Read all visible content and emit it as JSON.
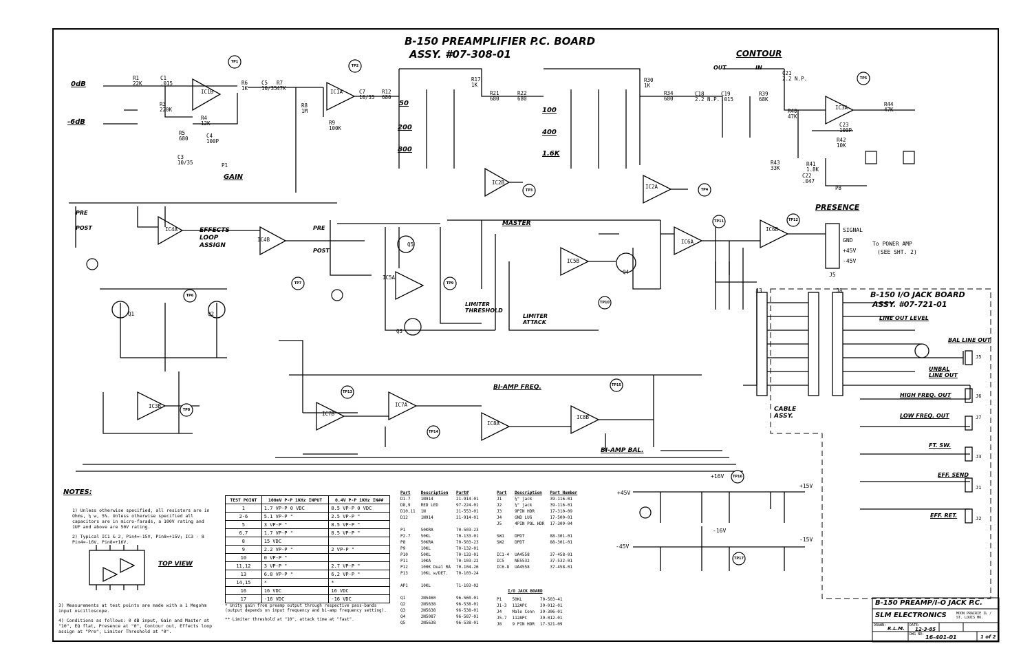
{
  "title": {
    "line1": "B-150 PREAMPLIFIER P.C. BOARD",
    "line2": "ASSY. #07-308-01"
  },
  "labels": {
    "contour": "CONTOUR",
    "contour_out": "OUT",
    "contour_in": "IN",
    "gain": "GAIN",
    "presence": "PRESENCE",
    "master": "MASTER",
    "limiter_threshold": "LIMITER THRESHOLD",
    "limiter_attack": "LIMITER ATTACK",
    "effects_loop": "EFFECTS LOOP ASSIGN",
    "pre": "PRE",
    "post": "POST",
    "biamp_freq": "BI-AMP FREQ.",
    "biamp_bal": "BI-AMP BAL.",
    "cable_assy": "CABLE ASSY.",
    "input_0db": "0dB",
    "input_6db": "-6dB",
    "eq": [
      "50",
      "200",
      "800",
      "100",
      "400",
      "1.6K"
    ],
    "power": [
      "SIGNAL",
      "GND",
      "+45V",
      "-45V"
    ],
    "to_power_amp": "To POWER AMP",
    "see_sht2": "(SEE SHT. 2)",
    "jack_board_title": "B-150 I/O JACK BOARD",
    "jack_board_assy": "ASSY. #07-721-01",
    "line_out_level": "LINE OUT LEVEL",
    "bal_line_out": "BAL LINE OUT",
    "unbal_line_out": "UNBAL LINE OUT",
    "high_freq_out": "HIGH FREQ. OUT",
    "low_freq_out": "LOW FREQ. OUT",
    "ft_sw": "FT. SW.",
    "eff_send": "EFF. SEND",
    "eff_ret": "EFF. RET.",
    "top_view": "TOP VIEW",
    "j3": "J3",
    "j5": "J5",
    "j8": "J8",
    "jack_board_out": [
      "J1",
      "J2",
      "J3",
      "J5",
      "J6",
      "J7"
    ],
    "rails": [
      "+15V",
      "-15V",
      "+16V",
      "-16V",
      "+45V",
      "-45V"
    ]
  },
  "components": [
    {
      "ref": "R1",
      "val": "22K"
    },
    {
      "ref": "C1",
      "val": ".015"
    },
    {
      "ref": "IC1B",
      "val": ""
    },
    {
      "ref": "R3",
      "val": "220K"
    },
    {
      "ref": "R4",
      "val": "12K"
    },
    {
      "ref": "C4",
      "val": "100P"
    },
    {
      "ref": "R5",
      "val": "680"
    },
    {
      "ref": "C3",
      "val": "10/35"
    },
    {
      "ref": "P1",
      "val": ""
    },
    {
      "ref": "R6",
      "val": "1K"
    },
    {
      "ref": "C5",
      "val": "10/35"
    },
    {
      "ref": "R7",
      "val": "47K"
    },
    {
      "ref": "R8",
      "val": "1M"
    },
    {
      "ref": "IC1A",
      "val": ""
    },
    {
      "ref": "R9",
      "val": "100K"
    },
    {
      "ref": "C7",
      "val": "10/35"
    },
    {
      "ref": "R12",
      "val": "680"
    },
    {
      "ref": "R17",
      "val": "1K"
    },
    {
      "ref": "R21",
      "val": "680"
    },
    {
      "ref": "R22",
      "val": "680"
    },
    {
      "ref": "IC2B",
      "val": ""
    },
    {
      "ref": "R30",
      "val": "1K"
    },
    {
      "ref": "R34",
      "val": "680"
    },
    {
      "ref": "C18",
      "val": "2.2 N.P."
    },
    {
      "ref": "C19",
      "val": ".015"
    },
    {
      "ref": "R39",
      "val": "68K"
    },
    {
      "ref": "C21",
      "val": "2.2 N.P."
    },
    {
      "ref": "IC3A",
      "val": ""
    },
    {
      "ref": "R44",
      "val": "47K"
    },
    {
      "ref": "R40",
      "val": "47K"
    },
    {
      "ref": "C23",
      "val": "100P"
    },
    {
      "ref": "R42",
      "val": "10K"
    },
    {
      "ref": "R41",
      "val": "1.8K"
    },
    {
      "ref": "R43",
      "val": "33K"
    },
    {
      "ref": "C22",
      "val": ".047"
    },
    {
      "ref": "P8",
      "val": ""
    },
    {
      "ref": "IC4A",
      "val": ""
    },
    {
      "ref": "IC4B",
      "val": ""
    },
    {
      "ref": "IC5A",
      "val": ""
    },
    {
      "ref": "IC5B",
      "val": ""
    },
    {
      "ref": "IC6A",
      "val": ""
    },
    {
      "ref": "IC6B",
      "val": ""
    },
    {
      "ref": "IC7A",
      "val": ""
    },
    {
      "ref": "IC7B",
      "val": ""
    },
    {
      "ref": "IC8A",
      "val": ""
    },
    {
      "ref": "IC8B",
      "val": ""
    },
    {
      "ref": "IC3B",
      "val": ""
    },
    {
      "ref": "IC2A",
      "val": ""
    },
    {
      "ref": "Q1",
      "val": ""
    },
    {
      "ref": "Q2",
      "val": ""
    },
    {
      "ref": "Q3",
      "val": ""
    },
    {
      "ref": "Q4",
      "val": ""
    },
    {
      "ref": "Q5",
      "val": ""
    }
  ],
  "test_points": [
    "TP1",
    "TP2",
    "TP3",
    "TP4",
    "TP5",
    "TP6",
    "TP7",
    "TP8",
    "TP9",
    "TP10",
    "TP11",
    "TP12",
    "TP13",
    "TP14",
    "TP15",
    "TP16",
    "TP17"
  ],
  "notes": {
    "heading": "NOTES:",
    "items": [
      "1) Unless otherwise specified, all resistors are in Ohms, ¼ w, 5%. Unless otherwise specified all capacitors are in micro-farads, a 100V rating and 1UF and above are 50V rating.",
      "2) Typical IC1 & 2, Pin4=-15V, Pin8=+15V; IC3 - 8 Pin4=-16V, Pin8=+16V.",
      "3) Measurements at test points are made with a 1 Megohm input oscilloscope.",
      "4) Conditions as follows: 0 dB input, Gain and Master at \"10\", EQ flat, Presence at \"0\", Contour out, Effects loop assign at \"Pre\", Limiter Threshold at \"0\"."
    ]
  },
  "tp_table": {
    "headers": [
      "TEST POINT",
      "100mV P-P 1KHz INPUT",
      "0.4V P-P 1KHz IN##"
    ],
    "rows": [
      [
        "1",
        "1.7 VP-P    0 VDC",
        "8.5 VP-P    0 VDC"
      ],
      [
        "2-6",
        "5.1 VP-P    \"",
        "2.5 VP-P    \""
      ],
      [
        "5",
        "3 VP-P    \"",
        "8.5 VP-P    \""
      ],
      [
        "6,7",
        "1.7 VP-P    \"",
        "8.5 VP-P    \""
      ],
      [
        "8",
        "15 VDC",
        ""
      ],
      [
        "9",
        "2.2 VP-P    \"",
        "2 VP-P    \""
      ],
      [
        "10",
        "0 VP-P    \"",
        ""
      ],
      [
        "11,12",
        "3 VP-P    \"",
        "2.7 VP-P    \""
      ],
      [
        "13",
        "6.8 VP-P    \"",
        "6.2 VP-P    \""
      ],
      [
        "14,15",
        "*",
        "*"
      ],
      [
        "16",
        "16 VDC",
        "16 VDC"
      ],
      [
        "17",
        "-16 VDC",
        "-16 VDC"
      ]
    ],
    "footnote1": "* Unity gain from preamp output through respective pass-bands (output depends on input frequency and bi-amp frequency setting).",
    "footnote2": "** Limiter threshold at \"10\", attack time at \"fast\"."
  },
  "parts_list": {
    "headers": [
      "Part",
      "Description",
      "Part#",
      "Part",
      "Description",
      "Part Number"
    ],
    "left": [
      [
        "D1-7",
        "1N914",
        "21-914-01"
      ],
      [
        "D8,9",
        "RED LED",
        "97-224-01"
      ],
      [
        "D10,11",
        "1N",
        "21-553-01"
      ],
      [
        "D12",
        "1N914",
        "21-914-01"
      ],
      [
        "",
        "",
        ""
      ],
      [
        "P1",
        "50KRA",
        "70-503-23"
      ],
      [
        "P2-7",
        "50KL",
        "70-133-01"
      ],
      [
        "P8",
        "50KRA",
        "70-503-23"
      ],
      [
        "P9",
        "10KL",
        "70-132-01"
      ],
      [
        "P10",
        "50KL",
        "70-133-01"
      ],
      [
        "P11",
        "10KA",
        "70-103-22"
      ],
      [
        "P12",
        "100K Dual RA",
        "70-104-26"
      ],
      [
        "P13",
        "10KL w/DET.",
        "70-103-24"
      ],
      [
        "",
        "",
        ""
      ],
      [
        "AP1",
        "10KL",
        "71-103-02"
      ],
      [
        "",
        "",
        ""
      ],
      [
        "Q1",
        "2N5460",
        "96-560-01"
      ],
      [
        "Q2",
        "2N5638",
        "96-538-01"
      ],
      [
        "Q3",
        "2N5638",
        "96-538-01"
      ],
      [
        "Q4",
        "2N5087",
        "96-587-01"
      ],
      [
        "Q5",
        "2N5638",
        "96-538-01"
      ]
    ],
    "right": [
      [
        "J1",
        "¼\" jack",
        "39-116-01"
      ],
      [
        "J2",
        "¼\" jack",
        "39-116-01"
      ],
      [
        "J3",
        "9PIN HDR",
        "17-310-09"
      ],
      [
        "J4",
        "GND LUG",
        "17-500-01"
      ],
      [
        "J5",
        "4PIN POL HDR",
        "17-309-04"
      ],
      [
        "",
        "",
        ""
      ],
      [
        "SW1",
        "DPDT",
        "88-301-01"
      ],
      [
        "SW2",
        "DPDT",
        "88-301-01"
      ],
      [
        "",
        "",
        ""
      ],
      [
        "IC1-4",
        "UA4558",
        "37-458-01"
      ],
      [
        "IC5",
        "NE5532",
        "37-532-01"
      ],
      [
        "IC6-8",
        "UA4558",
        "37-458-01"
      ]
    ],
    "io_heading": "I/O JACK BOARD",
    "io": [
      [
        "P1",
        "50KL",
        "70-503-41"
      ],
      [
        "J1-3",
        "112APC",
        "39-012-01"
      ],
      [
        "J4",
        "Male Conn",
        "39-306-01"
      ],
      [
        "J5-7",
        "112APC",
        "39-012-01"
      ],
      [
        "J8",
        "9 PIN HDR",
        "17-321-09"
      ]
    ]
  },
  "title_block": {
    "project": "B-150 PREAMP/I-O JACK P.C.",
    "company": "SLM ELECTRONICS",
    "address": "MOON PRAIRIE IL / ST. LOUIS MO.",
    "drawn_label": "DRAWN:",
    "drawn": "R.L.M.",
    "date_label": "DATE:",
    "date": "12-3-85",
    "dwg_label": "DWG NO:",
    "dwg_no": "16-401-01",
    "sheet": "1 of 2"
  }
}
